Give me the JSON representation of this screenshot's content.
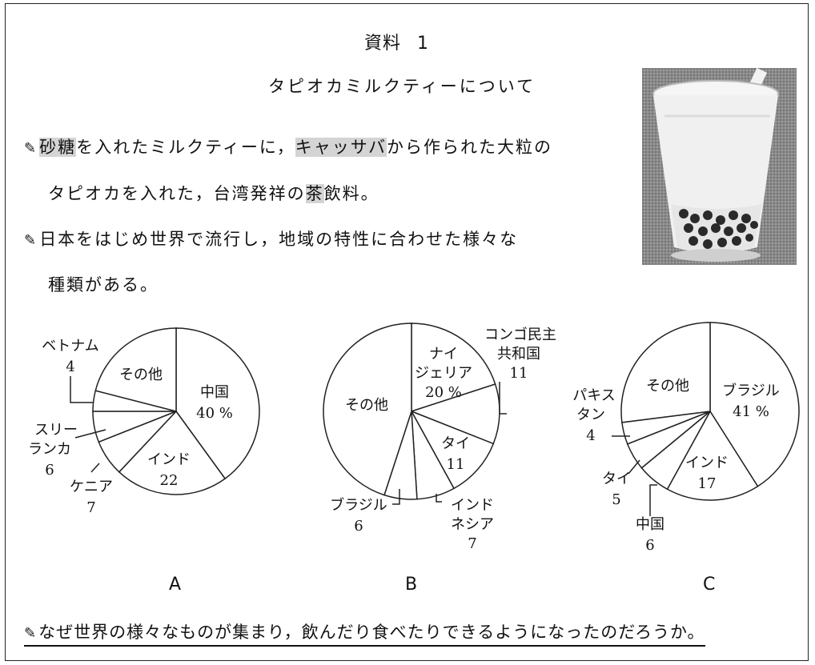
{
  "header": {
    "label": "資料",
    "number": "1"
  },
  "subtitle": "タピオカミルクティーについて",
  "bullets": {
    "mark": "✎",
    "line1": {
      "sugar": "砂糖",
      "a": "を入れたミルクティーに，",
      "cassava": "キャッサバ",
      "b": "から作られた大粒の"
    },
    "line2": {
      "a": "タピオカを入れた，台湾発祥の",
      "tea": "茶",
      "b": "飲料。"
    },
    "line3": "日本をはじめ世界で流行し，地域の特性に合わせた様々な",
    "line4": "種類がある。"
  },
  "question": "なぜ世界の様々なものが集まり，飲んだり食べたりできるようになったのだろうか。",
  "chart_data": [
    {
      "type": "pie",
      "caption": "A",
      "slices": [
        {
          "label": "中国",
          "value": 40,
          "display": "40 %"
        },
        {
          "label": "インド",
          "value": 22,
          "display": "22"
        },
        {
          "label": "ケニア",
          "value": 7,
          "display": "7"
        },
        {
          "label": "スリーランカ",
          "value": 6,
          "display": "6"
        },
        {
          "label": "ベトナム",
          "value": 4,
          "display": "4"
        },
        {
          "label": "その他",
          "value": 21,
          "display": ""
        }
      ]
    },
    {
      "type": "pie",
      "caption": "B",
      "slices": [
        {
          "label": "ナイジェリア",
          "value": 20,
          "display": "20 %"
        },
        {
          "label": "コンゴ民主共和国",
          "value": 11,
          "display": "11"
        },
        {
          "label": "タイ",
          "value": 11,
          "display": "11"
        },
        {
          "label": "インドネシア",
          "value": 7,
          "display": "7"
        },
        {
          "label": "ブラジル",
          "value": 6,
          "display": "6"
        },
        {
          "label": "その他",
          "value": 45,
          "display": ""
        }
      ]
    },
    {
      "type": "pie",
      "caption": "C",
      "slices": [
        {
          "label": "ブラジル",
          "value": 41,
          "display": "41 %"
        },
        {
          "label": "インド",
          "value": 17,
          "display": "17"
        },
        {
          "label": "中国",
          "value": 6,
          "display": "6"
        },
        {
          "label": "タイ",
          "value": 5,
          "display": "5"
        },
        {
          "label": "パキスタン",
          "value": 4,
          "display": "4"
        },
        {
          "label": "その他",
          "value": 27,
          "display": ""
        }
      ]
    }
  ]
}
